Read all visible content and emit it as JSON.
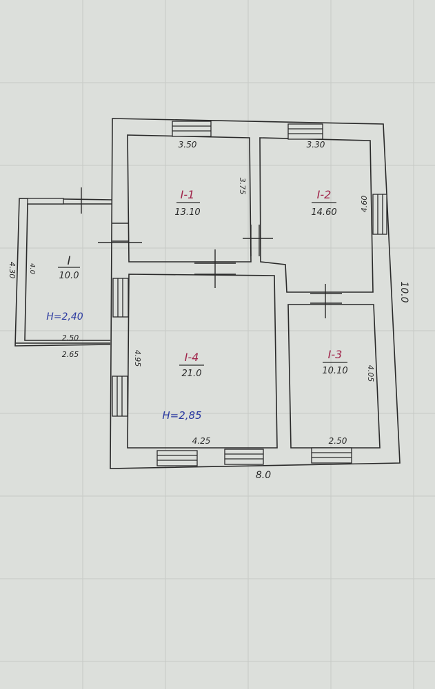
{
  "plan": {
    "overall": {
      "width": "8.0",
      "depth": "10.0"
    },
    "rooms": [
      {
        "id": "r11",
        "code": "I-1",
        "area": "13.10",
        "width": "3.50",
        "depth": "3.75"
      },
      {
        "id": "r12",
        "code": "I-2",
        "area": "14.60",
        "width": "3.30",
        "depth": "4.60"
      },
      {
        "id": "r13",
        "code": "I-3",
        "area": "10.10",
        "width": "2.50",
        "depth": "4.05"
      },
      {
        "id": "r14",
        "code": "I-4",
        "area": "21.0",
        "width": "4.25",
        "depth": "4.95",
        "height_note": "H=2,85"
      },
      {
        "id": "ann",
        "code": "I",
        "area": "10.0",
        "width": "2.50",
        "outer_width": "2.65",
        "depth": "4.0",
        "outer_depth": "4.30",
        "height_note": "H=2,40"
      }
    ]
  },
  "colors": {
    "paper": "#dcdfdb",
    "ink": "#2a2a2a",
    "code_ink": "#a0244a",
    "height_ink": "#2b3aa0",
    "faint": "#b7bcb8"
  }
}
